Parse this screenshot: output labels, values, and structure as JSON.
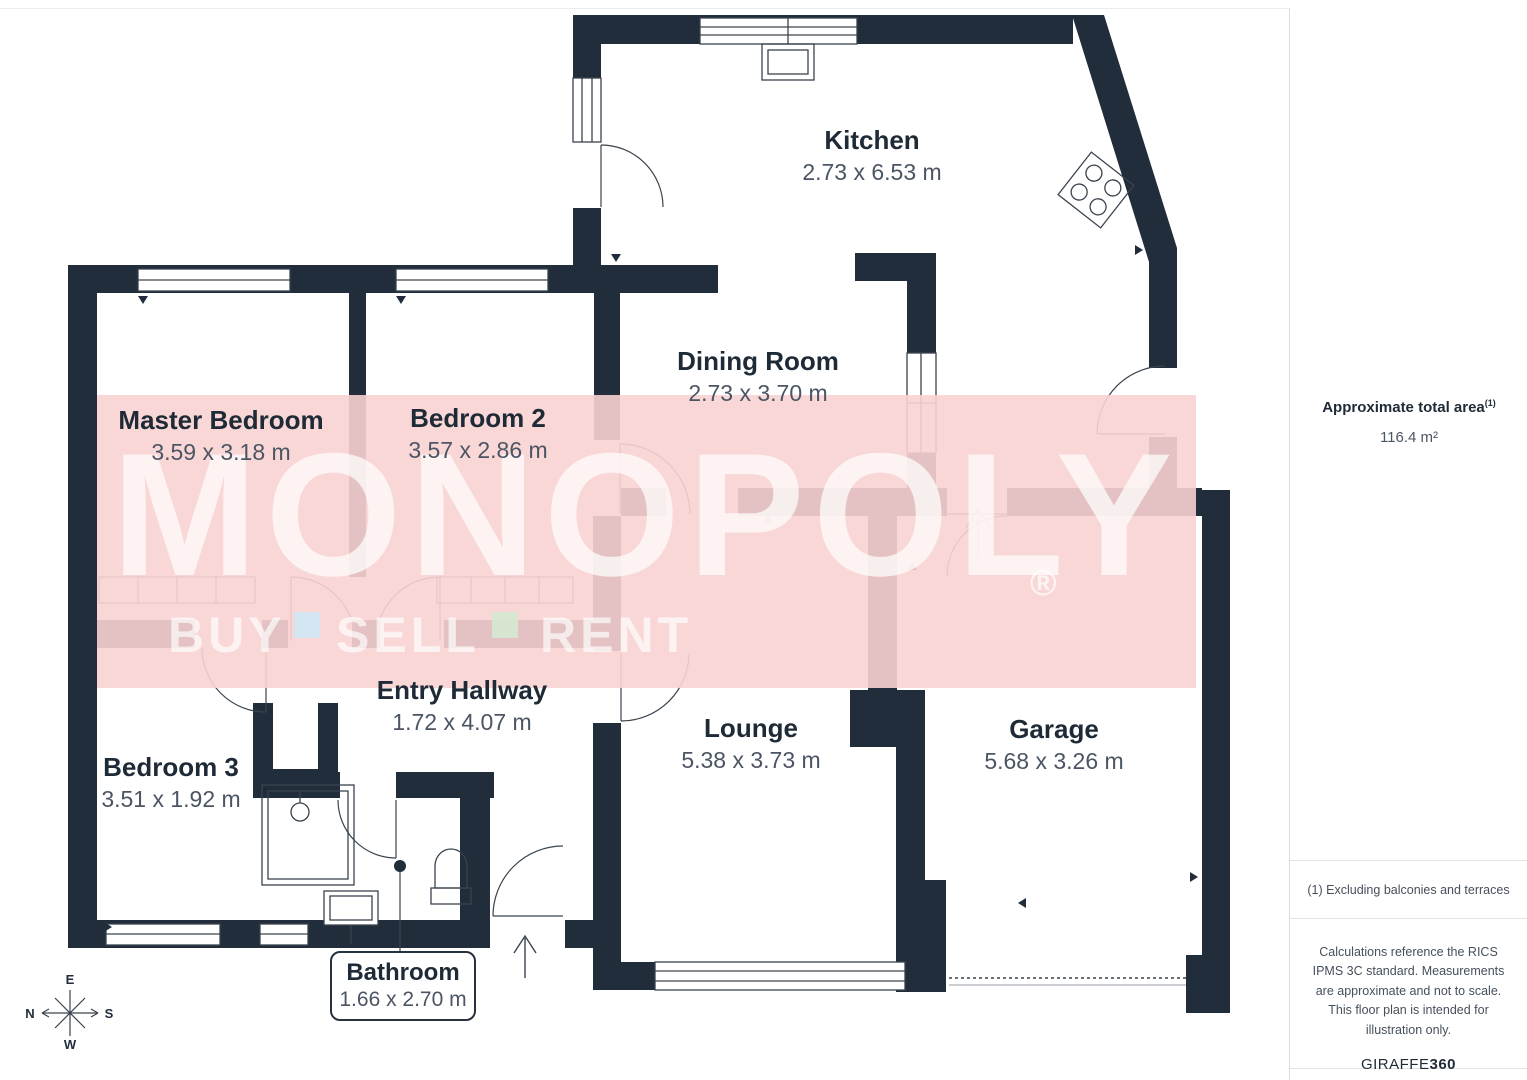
{
  "floorplan": {
    "wall_color": "#212d3b",
    "rooms": [
      {
        "id": "kitchen",
        "name": "Kitchen",
        "dims": "2.73 x 6.53 m"
      },
      {
        "id": "dining-room",
        "name": "Dining Room",
        "dims": "2.73 x 3.70 m"
      },
      {
        "id": "master-bedroom",
        "name": "Master Bedroom",
        "dims": "3.59 x 3.18 m"
      },
      {
        "id": "bedroom-2",
        "name": "Bedroom 2",
        "dims": "3.57 x 2.86 m"
      },
      {
        "id": "bedroom-3",
        "name": "Bedroom 3",
        "dims": "3.51 x 1.92 m"
      },
      {
        "id": "entry-hallway",
        "name": "Entry Hallway",
        "dims": "1.72 x 4.07 m"
      },
      {
        "id": "lounge",
        "name": "Lounge",
        "dims": "5.38 x 3.73 m"
      },
      {
        "id": "garage",
        "name": "Garage",
        "dims": "5.68 x 3.26 m"
      },
      {
        "id": "bathroom",
        "name": "Bathroom",
        "dims": "1.66 x 2.70 m"
      }
    ],
    "watermark": {
      "brand": "MONOPOLY",
      "registered": "®",
      "tagline": [
        "BUY",
        "SELL",
        "RENT"
      ],
      "band_color": "#f9d3d3",
      "accent_blue": "#cfe7f5",
      "accent_green": "#d4e8d2"
    },
    "compass": {
      "top": "E",
      "left": "N",
      "right": "S",
      "bottom": "W"
    }
  },
  "sidebar": {
    "total_area_label": "Approximate total area",
    "total_area_marker": "(1)",
    "total_area_value": "116.4 m²",
    "footnote": "(1) Excluding balconies and terraces",
    "disclaimer": "Calculations reference the RICS IPMS 3C standard. Measurements are approximate and not to scale. This floor plan is intended for illustration only.",
    "brand_prefix": "GIRAFFE",
    "brand_suffix": "360"
  }
}
